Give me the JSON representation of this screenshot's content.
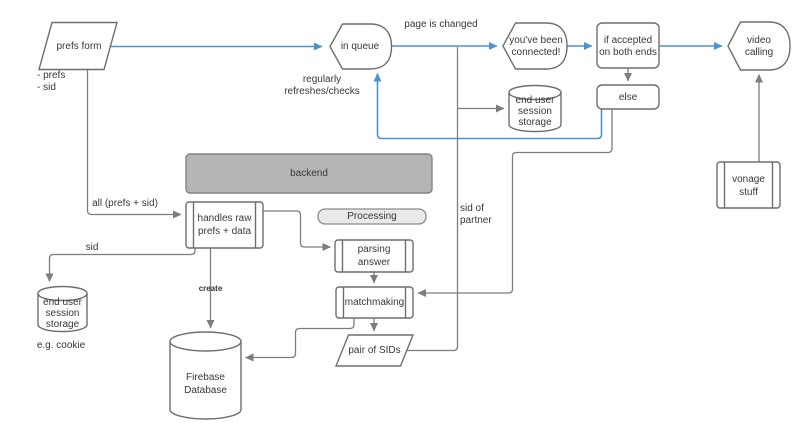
{
  "title": "matchmaking video-call system flowchart",
  "colors": {
    "canvas_bg": "#ffffff",
    "flow_blue": "#4b93cf",
    "line_gray": "#7d7d7d",
    "shape_border": "#6e6e6e",
    "backend_fill": "#b5b5b5",
    "processing_fill": "#e9e9e9",
    "text": "#383838"
  },
  "nodes": {
    "prefs_form": {
      "label": "prefs form",
      "shape": "parallelogram"
    },
    "in_queue": {
      "label": "in queue",
      "shape": "display"
    },
    "connected": {
      "label": "you've been\nconnected!",
      "shape": "display"
    },
    "if_accepted": {
      "label": "if accepted\non both ends",
      "shape": "rounded-rect"
    },
    "video_calling": {
      "label": "video\ncalling",
      "shape": "display"
    },
    "else_box": {
      "label": "else",
      "shape": "rounded-rect"
    },
    "session_storage_right": {
      "label": "end user\nsession\nstorage",
      "shape": "cylinder"
    },
    "backend": {
      "label": "backend",
      "shape": "container"
    },
    "handles_raw": {
      "label": "handles raw\nprefs + data",
      "shape": "predefined-process"
    },
    "processing": {
      "label": "Processing",
      "shape": "rounded-rect"
    },
    "parsing_answer": {
      "label": "parsing\nanswer",
      "shape": "predefined-process"
    },
    "matchmaking": {
      "label": "matchmaking",
      "shape": "predefined-process"
    },
    "pair_of_sids": {
      "label": "pair of SIDs",
      "shape": "parallelogram"
    },
    "session_storage_left": {
      "label": "end user\nsession\nstorage",
      "shape": "cylinder"
    },
    "firebase": {
      "label": "Firebase\nDatabase",
      "shape": "cylinder"
    },
    "vonage": {
      "label": "vonage\nstuff",
      "shape": "predefined-process"
    }
  },
  "annotations": {
    "prefs_outputs": "- prefs\n- sid",
    "all_prefs_sid": "all (prefs + sid)",
    "page_is_changed": "page is changed",
    "regularly_refreshes": "regularly\nrefreshes/checks",
    "sid": "sid",
    "sid_of_partner": "sid of\npartner",
    "create": "create",
    "cookie_example": "e.g. cookie"
  }
}
